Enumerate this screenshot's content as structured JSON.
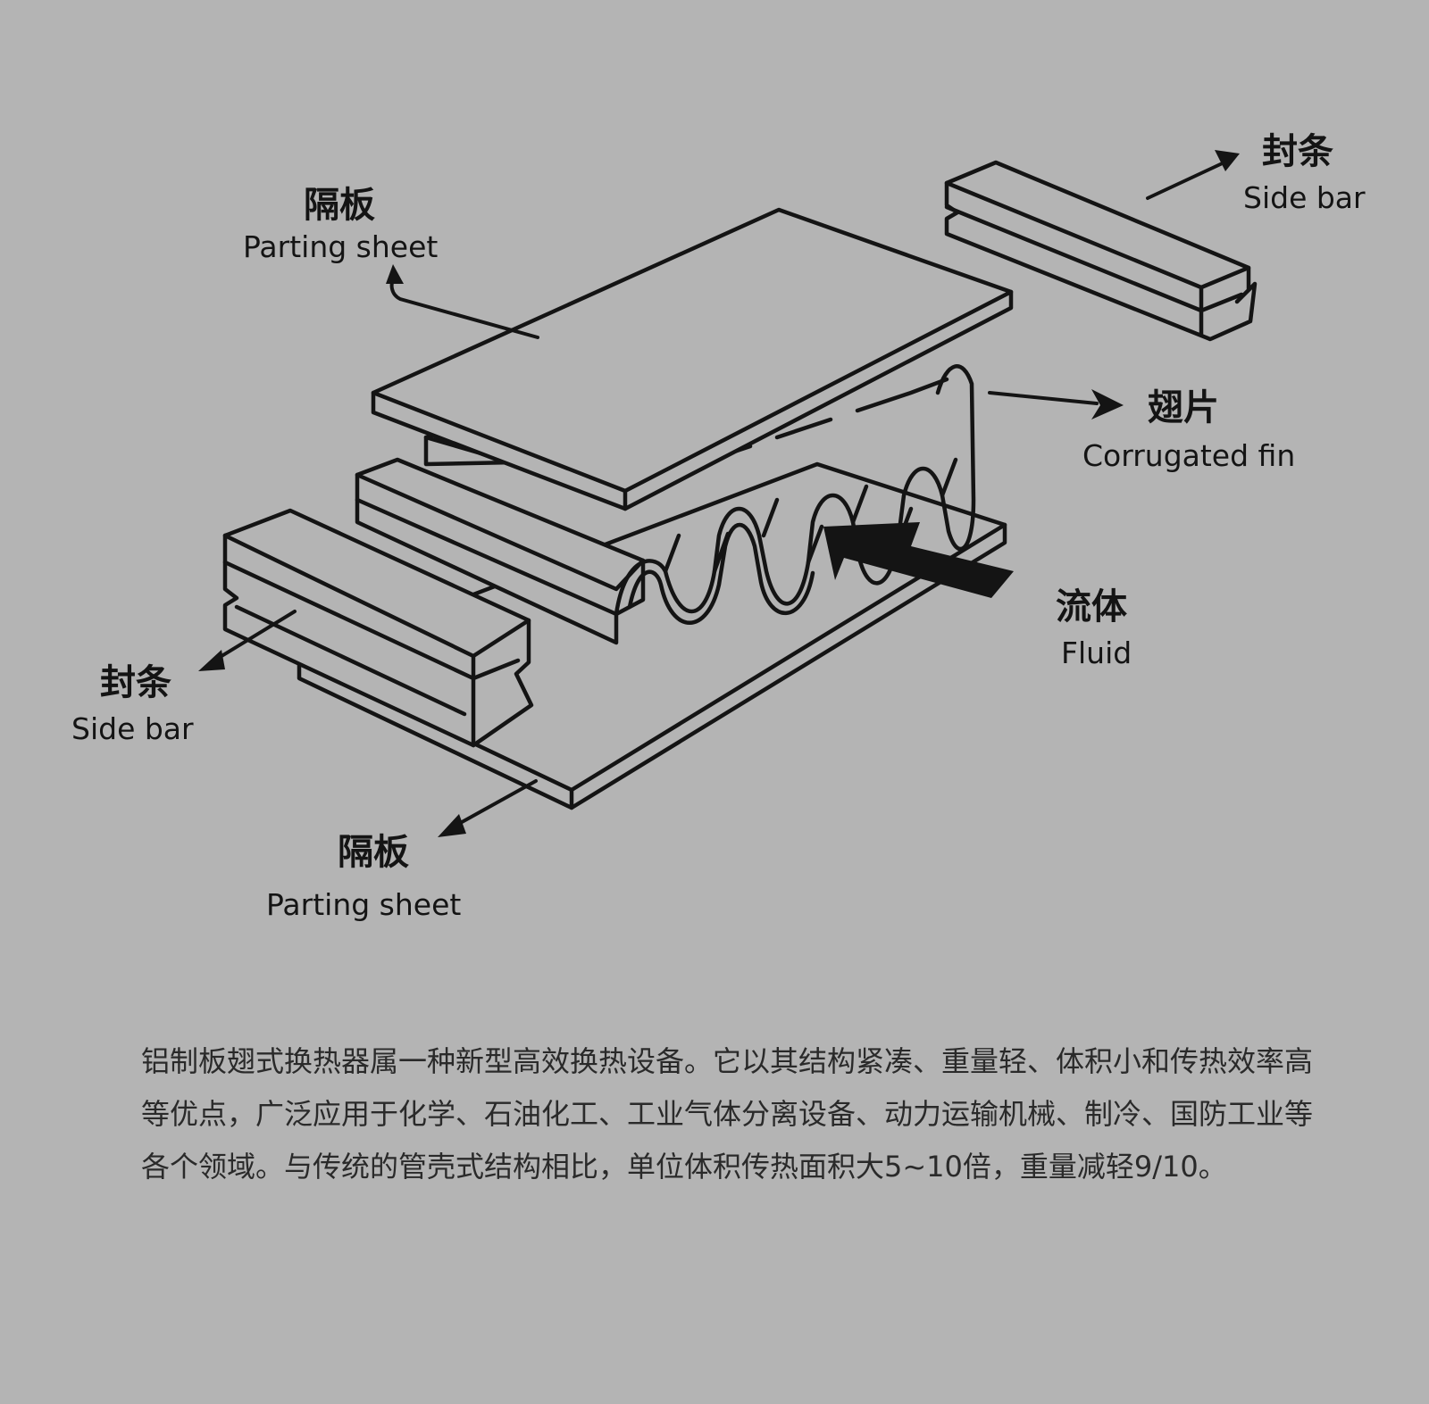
{
  "diagram": {
    "labels": {
      "parting_sheet_top": {
        "zh": "隔板",
        "en": "Parting sheet"
      },
      "side_bar_top": {
        "zh": "封条",
        "en": "Side bar"
      },
      "corrugated_fin": {
        "zh": "翅片",
        "en": "Corrugated fin"
      },
      "fluid": {
        "zh": "流体",
        "en": "Fluid"
      },
      "side_bar_bottom": {
        "zh": "封条",
        "en": "Side bar"
      },
      "parting_sheet_bottom": {
        "zh": "隔板",
        "en": "Parting sheet"
      }
    }
  },
  "description": "铝制板翅式换热器属一种新型高效换热设备。它以其结构紧凑、重量轻、体积小和传热效率高等优点，广泛应用于化学、石油化工、工业气体分离设备、动力运输机械、制冷、国防工业等各个领域。与传统的管壳式结构相比，单位体积传热面积大5~10倍，重量减轻9/10。"
}
